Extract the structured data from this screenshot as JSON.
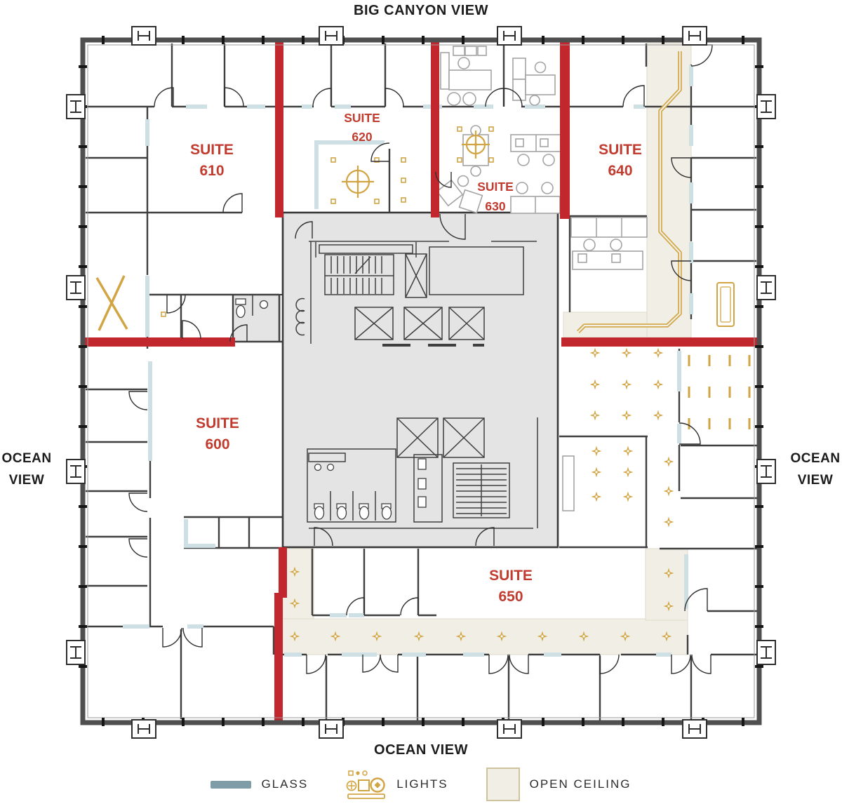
{
  "labels": {
    "top": "BIG CANYON VIEW",
    "left1": "OCEAN",
    "left2": "VIEW",
    "right1": "OCEAN",
    "right2": "VIEW",
    "bottom": "OCEAN VIEW"
  },
  "suites": {
    "s600": {
      "name": "SUITE",
      "number": "600"
    },
    "s610": {
      "name": "SUITE",
      "number": "610"
    },
    "s620": {
      "name": "SUITE",
      "number": "620"
    },
    "s630": {
      "name": "SUITE",
      "number": "630"
    },
    "s640": {
      "name": "SUITE",
      "number": "640"
    },
    "s650": {
      "name": "SUITE",
      "number": "650"
    }
  },
  "legend": {
    "glass": "GLASS",
    "lights": "LIGHTS",
    "open_ceiling": "OPEN CEILING"
  },
  "colors": {
    "demising": "#c1272d",
    "suite_text": "#c23b2f",
    "glass_wall": "#cfe0e5",
    "glass_legend": "#7e9da6",
    "gold": "#d2a544",
    "open_ceiling": "#f1efe5",
    "open_ceiling_border": "#cdc49e",
    "wall": "#3f3f3f",
    "core_fill": "#e4e4e4",
    "ink": "#1c1c1c"
  }
}
